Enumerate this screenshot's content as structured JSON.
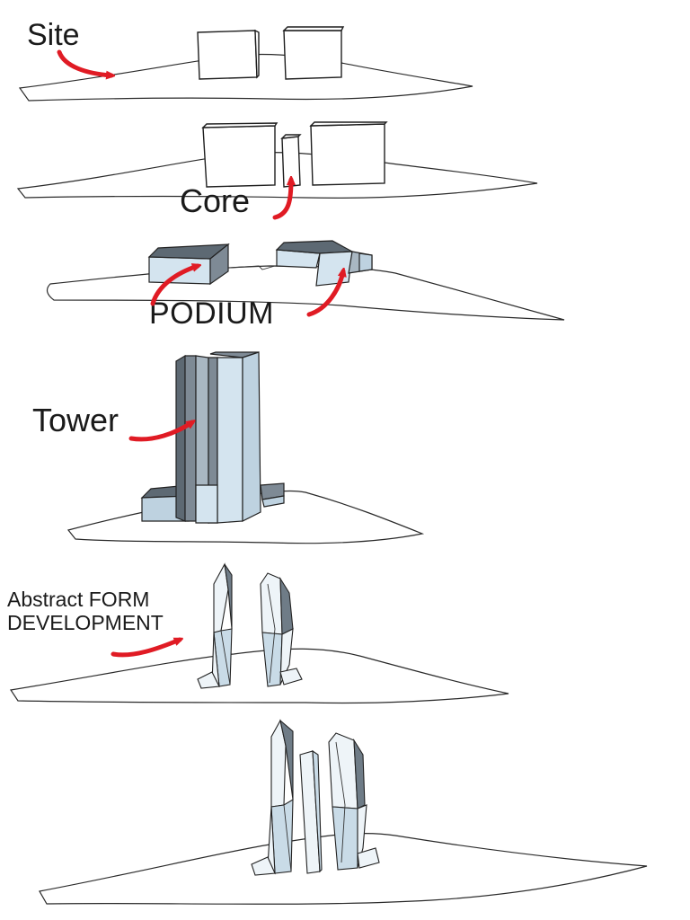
{
  "labels": {
    "site": "Site",
    "core": "Core",
    "podium": "PODIUM",
    "tower": "Tower",
    "abstract_line1": "Abstract FORM",
    "abstract_line2": "DEVELOPMENT"
  },
  "colors": {
    "arrow": "#e01b24",
    "glass": "#d4e4ef",
    "shadow": "#5d6973",
    "outline": "#1f1f1f"
  }
}
